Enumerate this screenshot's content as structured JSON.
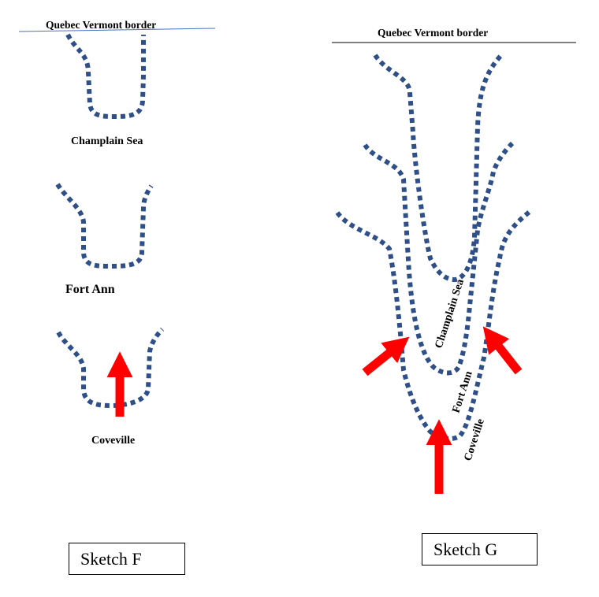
{
  "colors": {
    "outline": "#2e4f87",
    "arrow": "#ff0000",
    "border_line_f": "#4472c4",
    "border_line_g": "#000000"
  },
  "sketch_f": {
    "border_label": "Quebec Vermont border",
    "lobe_labels": [
      "Champlain Sea",
      "Fort Ann",
      "Coveville"
    ],
    "caption": "Sketch F"
  },
  "sketch_g": {
    "border_label": "Quebec Vermont border",
    "lobe_labels": [
      "Champlain Sea",
      "Fort Ann",
      "Coveville"
    ],
    "caption": "Sketch G"
  }
}
